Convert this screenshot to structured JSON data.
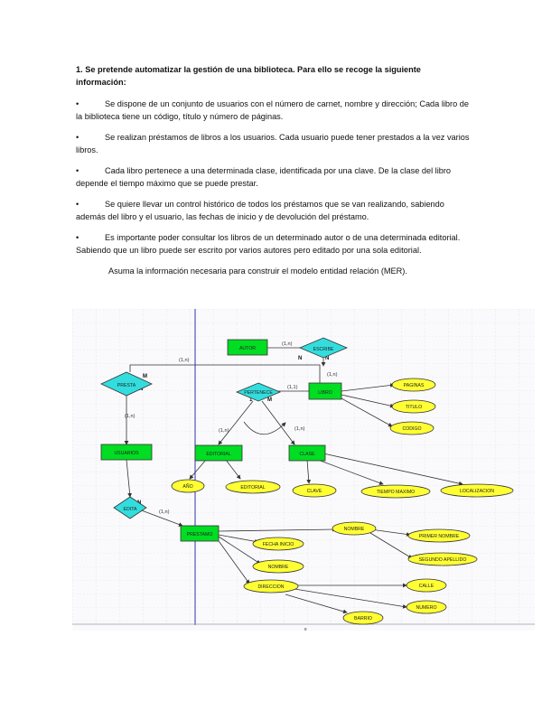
{
  "document": {
    "title": "1. Se pretende automatizar la gestión de una biblioteca. Para ello se recoge la siguiente información:",
    "bullet_symbol": "•",
    "bullets": [
      "Se dispone de un conjunto de usuarios con el número de carnet, nombre y dirección; Cada libro de la biblioteca tiene un código, título y número de páginas.",
      "Se realizan préstamos de libros a los usuarios. Cada usuario puede tener prestados a la vez varios libros.",
      "Cada libro pertenece a una determinada clase, identificada por una clave. De la clase del libro depende el tiempo máximo que se puede prestar.",
      "Se quiere llevar un control histórico de todos los préstamos que se van realizando, sabiendo además del libro y el usuario, las fechas de inicio y de devolución del préstamo.",
      "Es importante poder consultar los libros de un determinado autor o de una determinada editorial. Sabiendo que un libro puede ser escrito por varios autores pero editado por una sola editorial."
    ],
    "closing": "Asuma la información necesaria para construir el modelo entidad relación (MER)."
  },
  "diagram": {
    "colors": {
      "entity": "#00dd22",
      "relation": "#33dddd",
      "attribute": "#ffff33",
      "line": "#333333",
      "vline": "#3333aa",
      "grid": "#d8d8e0"
    },
    "entities": {
      "autor": "AUTOR",
      "libro": "LIBRO",
      "editorial": "EDITORIAL",
      "clase": "CLASE",
      "usuarios": "USUARIOS",
      "prestamo_ent": "PRESTAMO"
    },
    "relations": {
      "escribe": "ESCRIBE",
      "pertenece": "PERTENECE",
      "presta": "PRESTA",
      "edita": "EDITA"
    },
    "attributes": {
      "libro": [
        "PAGINAS",
        "TITULO",
        "CODIGO"
      ],
      "editorial": [
        "AÑO",
        "EDITORIAL"
      ],
      "clase": [
        "CLAVE",
        "TIEMPO MAXIMO",
        "LOCALIZACION"
      ],
      "prestamo": [
        "FECHA INICIO",
        "NOMBRE"
      ],
      "usuario_group": "NOMBRE",
      "usuario_attrs": [
        "PRIMER NOMBRE",
        "SEGUNDO APELLIDO"
      ],
      "direccion": "DIRECCION",
      "direccion_attrs": [
        "CALLE",
        "NUMERO"
      ],
      "barrio": "BARRIO"
    },
    "cardinalities": {
      "autor_escribe": "(1,n)",
      "escribe_libro": "(1,n)",
      "libro_usuario": "(1,n)",
      "libro_clase": "(1,1)",
      "edita_editorial": "(1,n)",
      "edita_clase": "(1,n)",
      "usuarios_presta": "(1,n)",
      "presta_prestamo": "(1,n)"
    },
    "marks": {
      "n": "N",
      "m": "M",
      "one": "1"
    },
    "scroll_marker": "≡"
  }
}
